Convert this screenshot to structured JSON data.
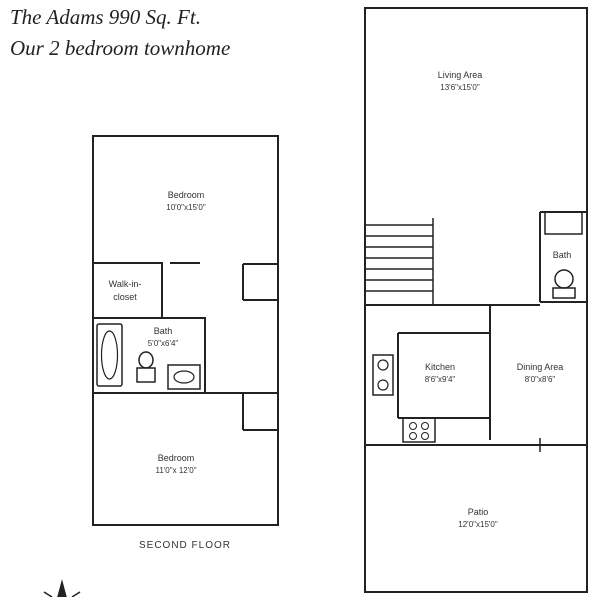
{
  "header": {
    "title": "The Adams  990 Sq. Ft.",
    "subtitle": "Our 2 bedroom townhome"
  },
  "second_floor": {
    "label": "SECOND FLOOR",
    "bedroom_top": {
      "name": "Bedroom",
      "dims": "10'0\"x15'0\""
    },
    "walk_in_closet": {
      "line1": "Walk-in-",
      "line2": "closet"
    },
    "bath": {
      "name": "Bath",
      "dims": "5'0\"x6'4\""
    },
    "bedroom_bottom": {
      "name": "Bedroom",
      "dims": "11'0\"x 12'0\""
    }
  },
  "first_floor": {
    "living_area": {
      "name": "Living Area",
      "dims": "13'6\"x15'0\""
    },
    "bath": {
      "name": "Bath"
    },
    "kitchen": {
      "name": "Kitchen",
      "dims": "8'6\"x9'4\""
    },
    "dining_area": {
      "name": "Dining Area",
      "dims": "8'0\"x8'6\""
    },
    "patio": {
      "name": "Patio",
      "dims": "12'0\"x15'0\""
    }
  }
}
